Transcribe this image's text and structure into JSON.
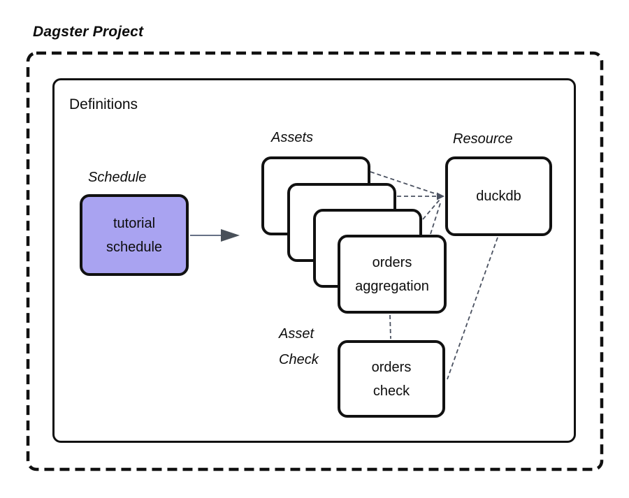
{
  "diagram": {
    "title": "Dagster Project",
    "definitions": {
      "label": "Definitions"
    },
    "schedule": {
      "label": "Schedule",
      "node_line1": "tutorial",
      "node_line2": "schedule"
    },
    "assets": {
      "label": "Assets",
      "front_node_line1": "orders",
      "front_node_line2": "aggregation",
      "stack_count": 4
    },
    "resource": {
      "label": "Resource",
      "node": "duckdb"
    },
    "asset_check": {
      "label_line1": "Asset",
      "label_line2": "Check",
      "node_line1": "orders",
      "node_line2": "check"
    },
    "connections": [
      "asset-card-1 -> duckdb (dashed)",
      "asset-card-2 -> duckdb (dashed)",
      "asset-card-3 -> duckdb (dashed)",
      "asset-card-4 -> duckdb (dashed)",
      "orders aggregation -> orders check (dashed)",
      "duckdb -> orders check (dashed)",
      "tutorial schedule -> assets (solid arrow)"
    ],
    "colors": {
      "background": "#ffffff",
      "box_border": "#111111",
      "schedule_fill": "#a9a3f1",
      "connector": "#4a5160",
      "arrow_line": "#667085",
      "arrow_head": "#495059"
    }
  }
}
